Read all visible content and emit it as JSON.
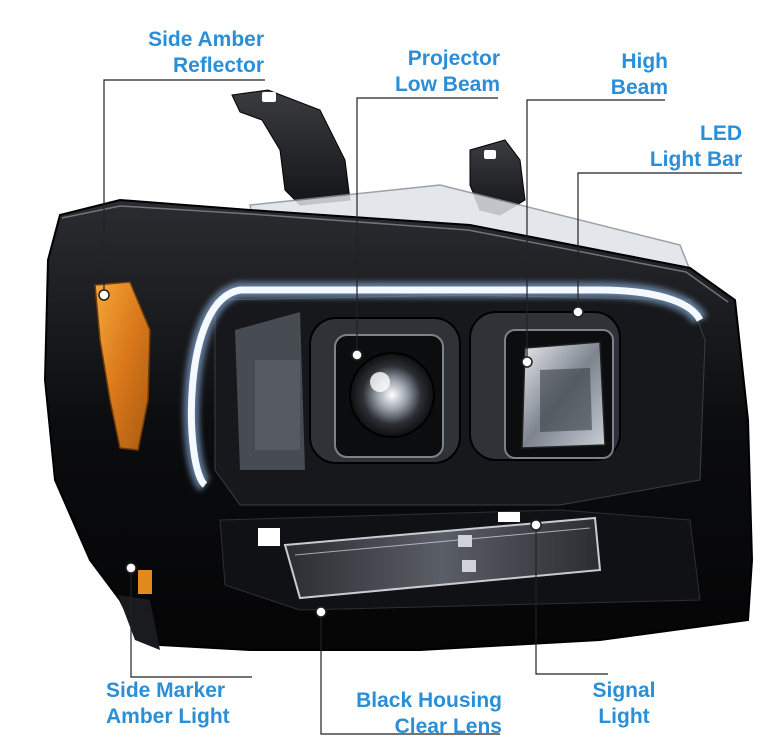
{
  "labels": {
    "side_amber_reflector": [
      "Side Amber",
      "Reflector"
    ],
    "projector_low_beam": [
      "Projector",
      "Low Beam"
    ],
    "high_beam": [
      "High",
      "Beam"
    ],
    "led_light_bar": [
      "LED",
      "Light Bar"
    ],
    "side_marker_amber_light": [
      "Side Marker",
      "Amber Light"
    ],
    "black_housing_clear_lens": [
      "Black Housing",
      "Clear Lens"
    ],
    "signal_light": [
      "Signal",
      "Light"
    ]
  },
  "colors": {
    "label_text": "#2a8fd6",
    "leader_line": "#222222",
    "housing": "#0d0e10",
    "amber": "#e38a1c",
    "led_bar": "#f4f8ff"
  }
}
